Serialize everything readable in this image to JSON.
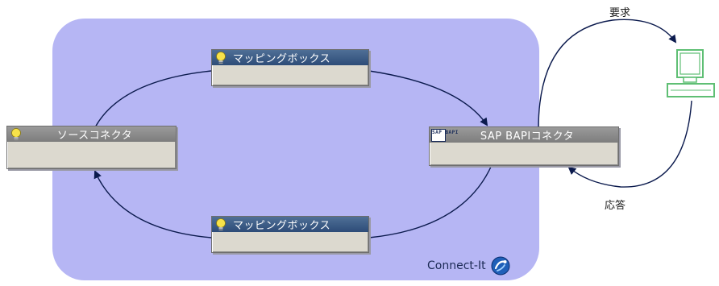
{
  "nodes": {
    "mapping_top": "マッピングボックス",
    "source": "ソースコネクタ",
    "sap": "SAP BAPIコネクタ",
    "mapping_bottom": "マッピングボックス"
  },
  "sap_icon_text": "SAP BAPI",
  "labels": {
    "request": "要求",
    "response": "応答"
  },
  "brand": {
    "name": "Connect-It"
  },
  "colors": {
    "panel": "#b6b6f4",
    "arrow": "#0b1a4d",
    "titlebar_dark": "#2d4c78",
    "titlebar_grey": "#8a8a8a",
    "body": "#dcd9cf",
    "computer": "#5fbf74"
  },
  "icons": {
    "node_icon": "lightbulb-icon",
    "sap_icon": "sap-logo-icon",
    "brand_icon": "connect-it-logo-icon",
    "client_icon": "computer-icon"
  }
}
